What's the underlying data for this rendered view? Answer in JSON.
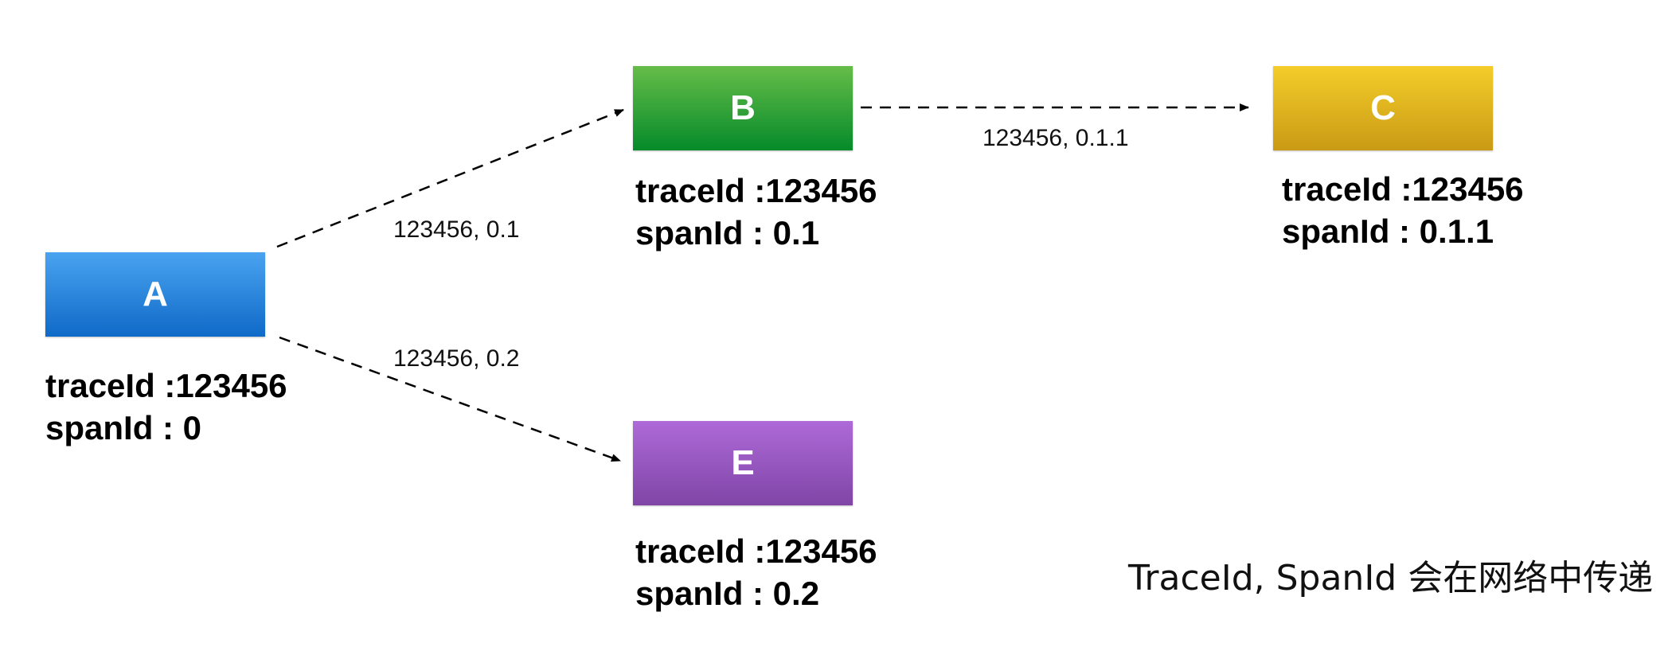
{
  "nodes": {
    "a": {
      "label": "A",
      "trace_id": "traceId :123456",
      "span_id": "spanId : 0",
      "color": "#1a7fdc"
    },
    "b": {
      "label": "B",
      "trace_id": "traceId :123456",
      "span_id": "spanId : 0.1",
      "color": "#1f9a35"
    },
    "c": {
      "label": "C",
      "trace_id": "traceId :123456",
      "span_id": "spanId : 0.1.1",
      "color": "#e2b31f"
    },
    "e": {
      "label": "E",
      "trace_id": "traceId :123456",
      "span_id": "spanId : 0.2",
      "color": "#9557c0"
    }
  },
  "edges": {
    "a_to_b": "123456, 0.1",
    "a_to_e": "123456, 0.2",
    "b_to_c": "123456, 0.1.1"
  },
  "caption": "TraceId, SpanId 会在网络中传递"
}
